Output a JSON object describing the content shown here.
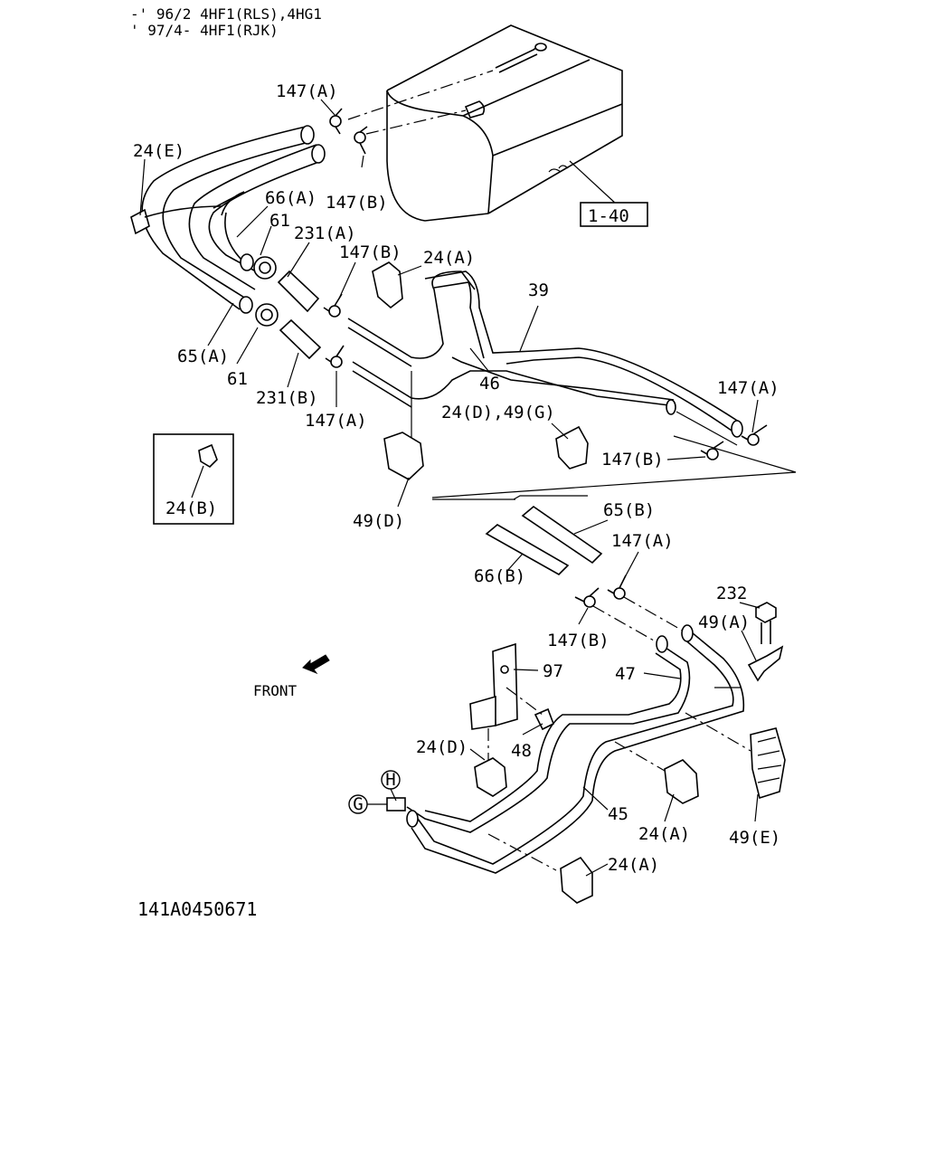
{
  "header": {
    "line1": "-' 96/2 4HF1(RLS),4HG1",
    "line2": "' 97/4- 4HF1(RJK)"
  },
  "front_label": "FRONT",
  "ref_box_label": "1-40",
  "circle_markers": {
    "g": "G",
    "h": "H"
  },
  "labels": {
    "l147a_top": "147(A)",
    "l24e": "24(E)",
    "l66a": "66(A)",
    "l147b_top": "147(B)",
    "l61_top": "61",
    "l231a": "231(A)",
    "l147b_mid": "147(B)",
    "l24a_top": "24(A)",
    "l39": "39",
    "l65a": "65(A)",
    "l61_bot": "61",
    "l231b": "231(B)",
    "l147a_mid": "147(A)",
    "l46": "46",
    "l24d49g": "24(D),49(G)",
    "l147a_right": "147(A)",
    "l147b_right": "147(B)",
    "l24b": "24(B)",
    "l49d": "49(D)",
    "l65b": "65(B)",
    "l147a_lower": "147(A)",
    "l66b": "66(B)",
    "l232": "232",
    "l49a": "49(A)",
    "l147b_lower": "147(B)",
    "l97": "97",
    "l47": "47",
    "l24d": "24(D)",
    "l48": "48",
    "l45": "45",
    "l24a_mid": "24(A)",
    "l49e": "49(E)",
    "l24a_bot": "24(A)"
  },
  "part_number": "141A0450671"
}
